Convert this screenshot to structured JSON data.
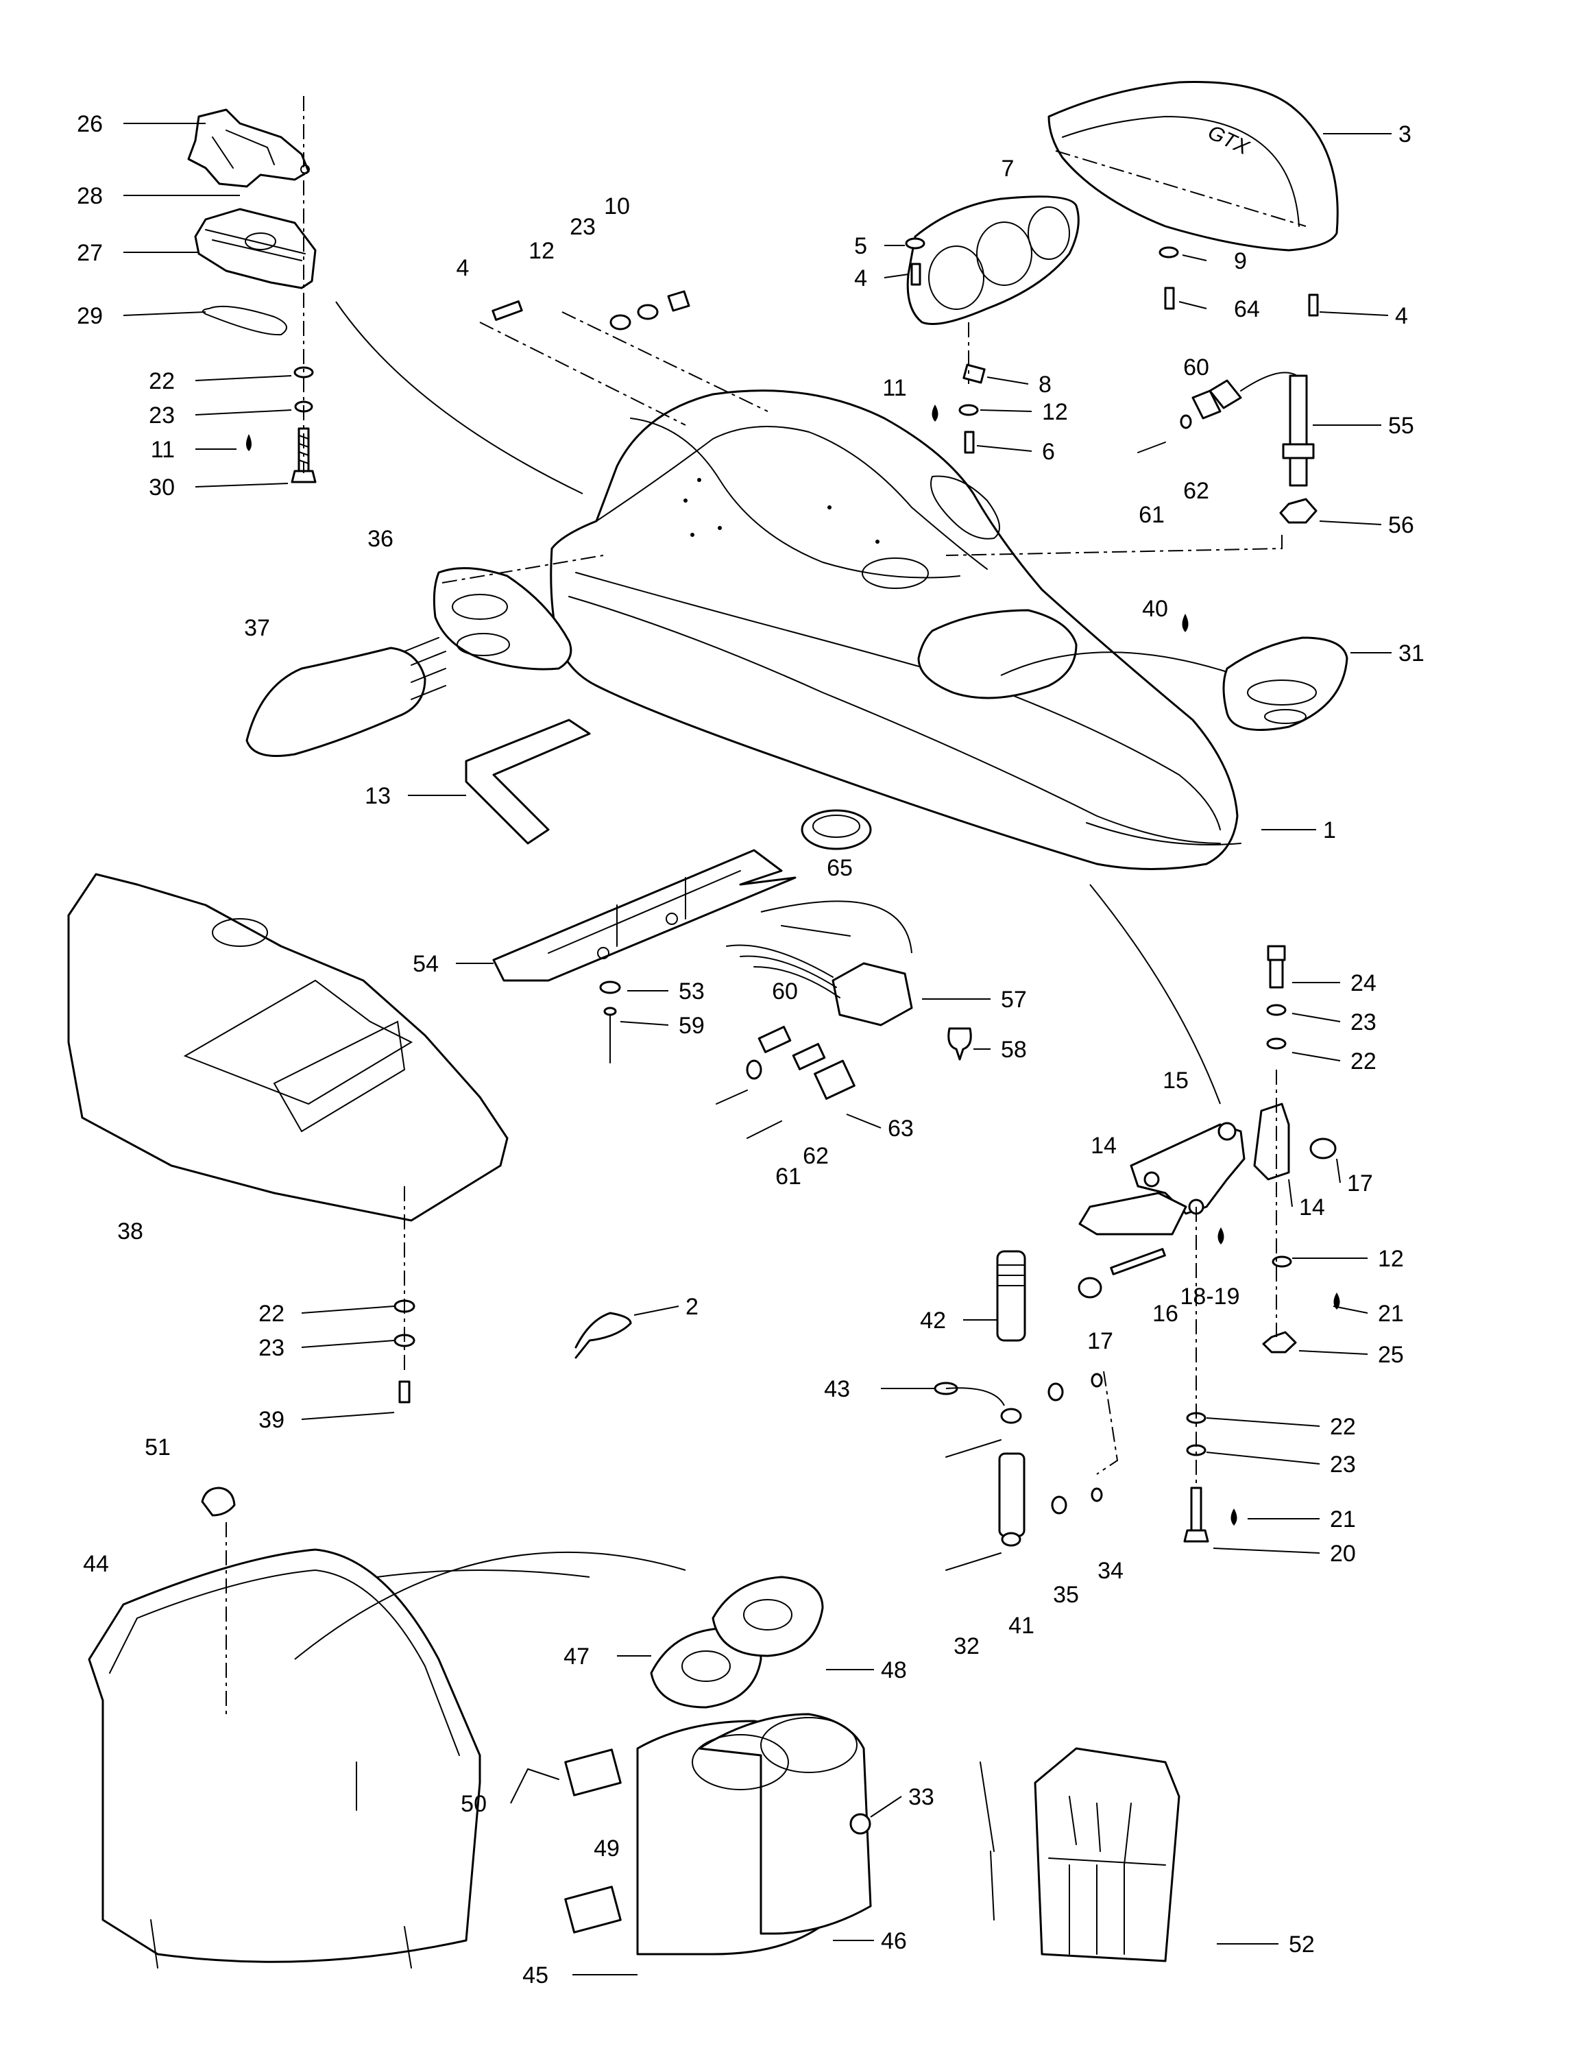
{
  "callouts": [
    {
      "id": "c26",
      "text": "26"
    },
    {
      "id": "c28",
      "text": "28"
    },
    {
      "id": "c27",
      "text": "27"
    },
    {
      "id": "c29",
      "text": "29"
    },
    {
      "id": "c22a",
      "text": "22"
    },
    {
      "id": "c23a",
      "text": "23"
    },
    {
      "id": "c11a",
      "text": "11"
    },
    {
      "id": "c30",
      "text": "30"
    },
    {
      "id": "c3",
      "text": "3"
    },
    {
      "id": "c7",
      "text": "7"
    },
    {
      "id": "c5",
      "text": "5"
    },
    {
      "id": "c4a",
      "text": "4"
    },
    {
      "id": "c9",
      "text": "9"
    },
    {
      "id": "c64",
      "text": "64"
    },
    {
      "id": "c4b",
      "text": "4"
    },
    {
      "id": "c8",
      "text": "8"
    },
    {
      "id": "c11b",
      "text": "11"
    },
    {
      "id": "c12a",
      "text": "12"
    },
    {
      "id": "c6",
      "text": "6"
    },
    {
      "id": "c4c",
      "text": "4"
    },
    {
      "id": "c12b",
      "text": "12"
    },
    {
      "id": "c23b",
      "text": "23"
    },
    {
      "id": "c10",
      "text": "10"
    },
    {
      "id": "c60a",
      "text": "60"
    },
    {
      "id": "c55",
      "text": "55"
    },
    {
      "id": "c61a",
      "text": "61"
    },
    {
      "id": "c62a",
      "text": "62"
    },
    {
      "id": "c56",
      "text": "56"
    },
    {
      "id": "c36",
      "text": "36"
    },
    {
      "id": "c37",
      "text": "37"
    },
    {
      "id": "c40",
      "text": "40"
    },
    {
      "id": "c31",
      "text": "31"
    },
    {
      "id": "c13",
      "text": "13"
    },
    {
      "id": "c1",
      "text": "1"
    },
    {
      "id": "c65",
      "text": "65"
    },
    {
      "id": "c54",
      "text": "54"
    },
    {
      "id": "c53",
      "text": "53"
    },
    {
      "id": "c59",
      "text": "59"
    },
    {
      "id": "c60b",
      "text": "60"
    },
    {
      "id": "c57",
      "text": "57"
    },
    {
      "id": "c58",
      "text": "58"
    },
    {
      "id": "c63",
      "text": "63"
    },
    {
      "id": "c62b",
      "text": "62"
    },
    {
      "id": "c61b",
      "text": "61"
    },
    {
      "id": "c38",
      "text": "38"
    },
    {
      "id": "c24",
      "text": "24"
    },
    {
      "id": "c23c",
      "text": "23"
    },
    {
      "id": "c22b",
      "text": "22"
    },
    {
      "id": "c15",
      "text": "15"
    },
    {
      "id": "c14a",
      "text": "14"
    },
    {
      "id": "c17a",
      "text": "17"
    },
    {
      "id": "c14b",
      "text": "14"
    },
    {
      "id": "c12c",
      "text": "12"
    },
    {
      "id": "c1819",
      "text": "18-19"
    },
    {
      "id": "c21a",
      "text": "21"
    },
    {
      "id": "c25",
      "text": "25"
    },
    {
      "id": "c16",
      "text": "16"
    },
    {
      "id": "c17b",
      "text": "17"
    },
    {
      "id": "c42",
      "text": "42"
    },
    {
      "id": "c2",
      "text": "2"
    },
    {
      "id": "c22c",
      "text": "22"
    },
    {
      "id": "c23d",
      "text": "23"
    },
    {
      "id": "c39",
      "text": "39"
    },
    {
      "id": "c43",
      "text": "43"
    },
    {
      "id": "c22d",
      "text": "22"
    },
    {
      "id": "c23e",
      "text": "23"
    },
    {
      "id": "c21b",
      "text": "21"
    },
    {
      "id": "c20",
      "text": "20"
    },
    {
      "id": "c34",
      "text": "34"
    },
    {
      "id": "c35",
      "text": "35"
    },
    {
      "id": "c41",
      "text": "41"
    },
    {
      "id": "c32",
      "text": "32"
    },
    {
      "id": "c51",
      "text": "51"
    },
    {
      "id": "c44",
      "text": "44"
    },
    {
      "id": "c47",
      "text": "47"
    },
    {
      "id": "c48",
      "text": "48"
    },
    {
      "id": "c33",
      "text": "33"
    },
    {
      "id": "c50",
      "text": "50"
    },
    {
      "id": "c49",
      "text": "49"
    },
    {
      "id": "c46",
      "text": "46"
    },
    {
      "id": "c45",
      "text": "45"
    },
    {
      "id": "c52",
      "text": "52"
    }
  ],
  "logo_text": "GTX"
}
